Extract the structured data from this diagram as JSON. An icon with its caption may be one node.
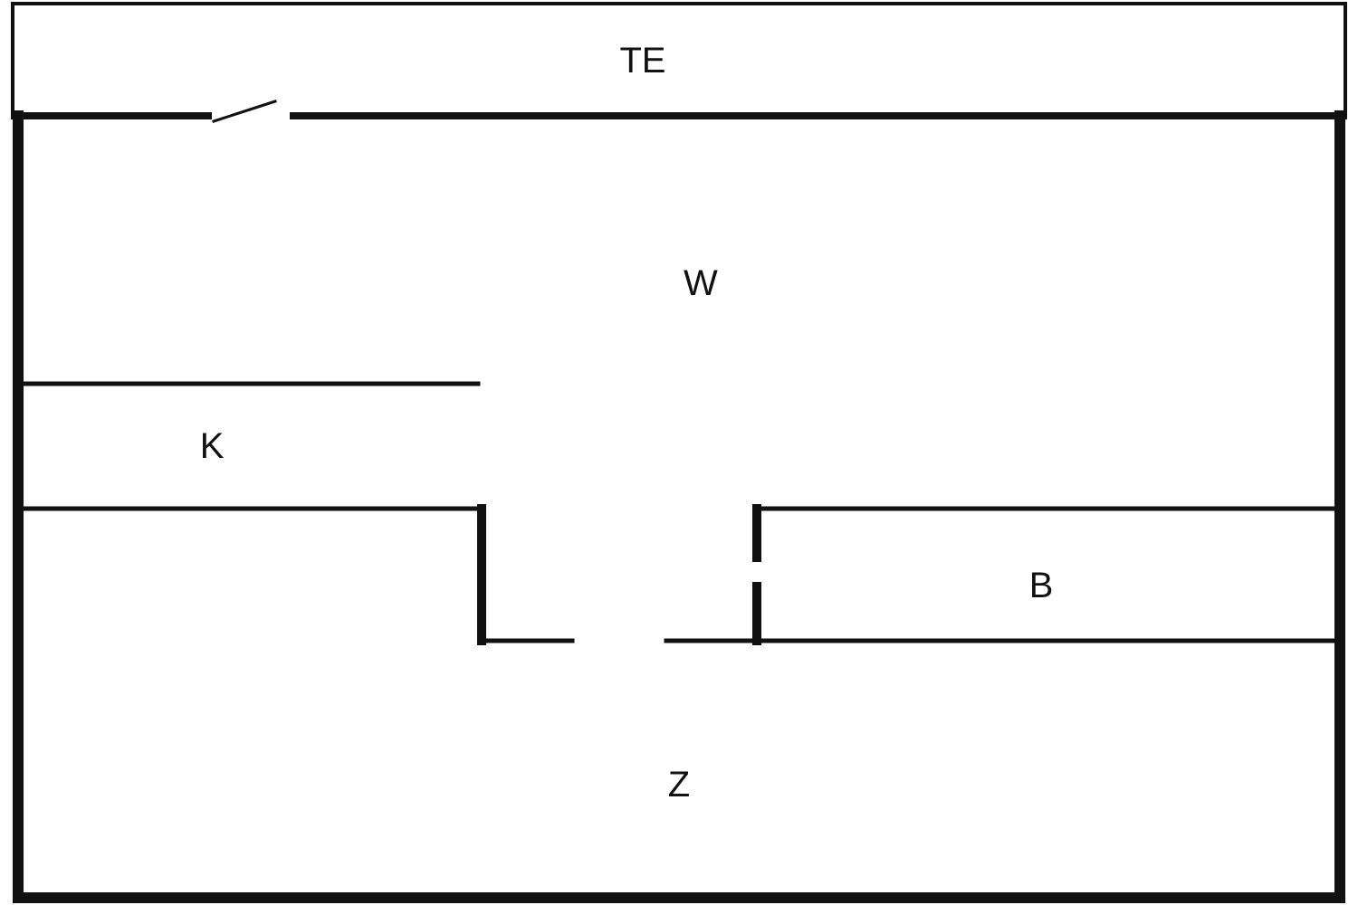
{
  "diagram": {
    "labels": [
      "TE",
      "W",
      "K",
      "B",
      "Z"
    ]
  }
}
